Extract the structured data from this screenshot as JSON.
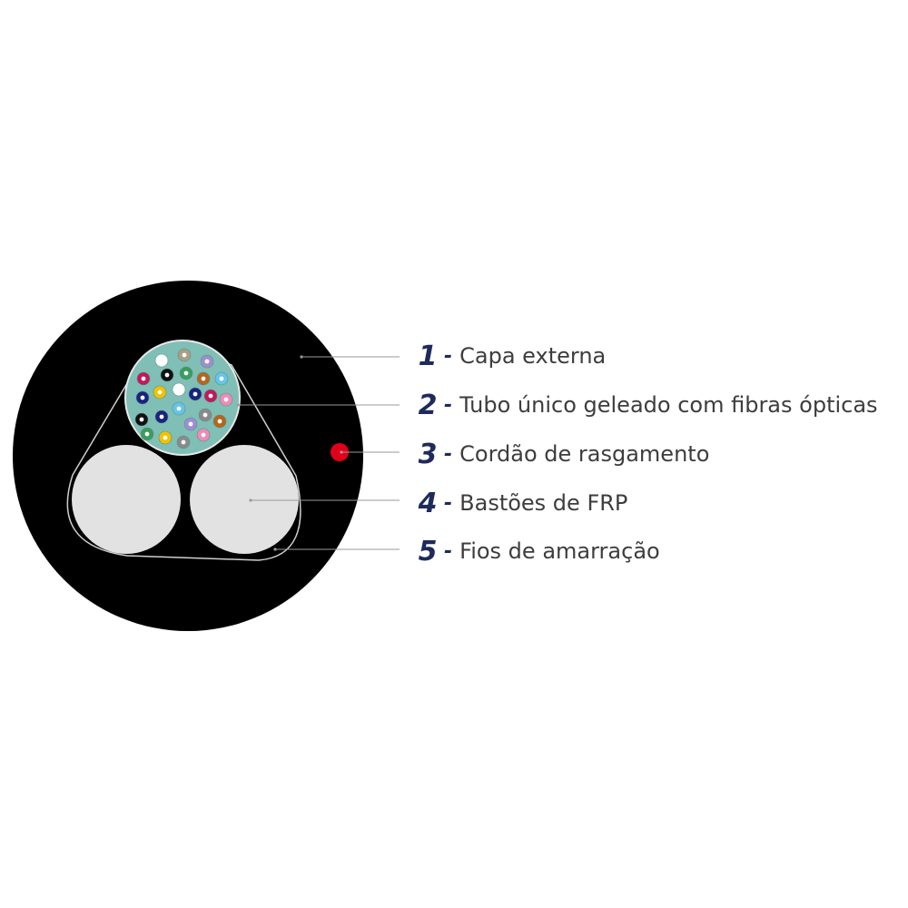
{
  "colors": {
    "jacket": "#000000",
    "tube": "#7fbfb6",
    "rod": "#e2e2e2",
    "ripcord": "#e1001a",
    "binder": "#cfcfcf",
    "leader": "#9a9a9a",
    "number": "#1f2a5c",
    "label": "#3d3d3d"
  },
  "legend": [
    {
      "number": "1",
      "dash": "-",
      "label": "Capa externa"
    },
    {
      "number": "2",
      "dash": "-",
      "label": "Tubo único geleado com fibras ópticas"
    },
    {
      "number": "3",
      "dash": "-",
      "label": "Cordão de rasgamento"
    },
    {
      "number": "4",
      "dash": "-",
      "label": "Bastões de FRP"
    },
    {
      "number": "5",
      "dash": "-",
      "label": "Fios de amarração"
    }
  ],
  "fiber_colors": [
    "#ffffff",
    "#a89f86",
    "#9d8fcf",
    "#c2185b",
    "#111111",
    "#3a9d5d",
    "#b5651d",
    "#66c4e8",
    "#1a237e",
    "#f2c200",
    "#ffffff",
    "#1a237e",
    "#c2185b",
    "#f08ab8",
    "#111111",
    "#1a237e",
    "#66c4e8",
    "#9d8fcf",
    "#8a8a8a",
    "#b5651d",
    "#3a9d5d",
    "#f2c200",
    "#8a8a8a",
    "#f08ab8",
    "#6d4c41"
  ]
}
